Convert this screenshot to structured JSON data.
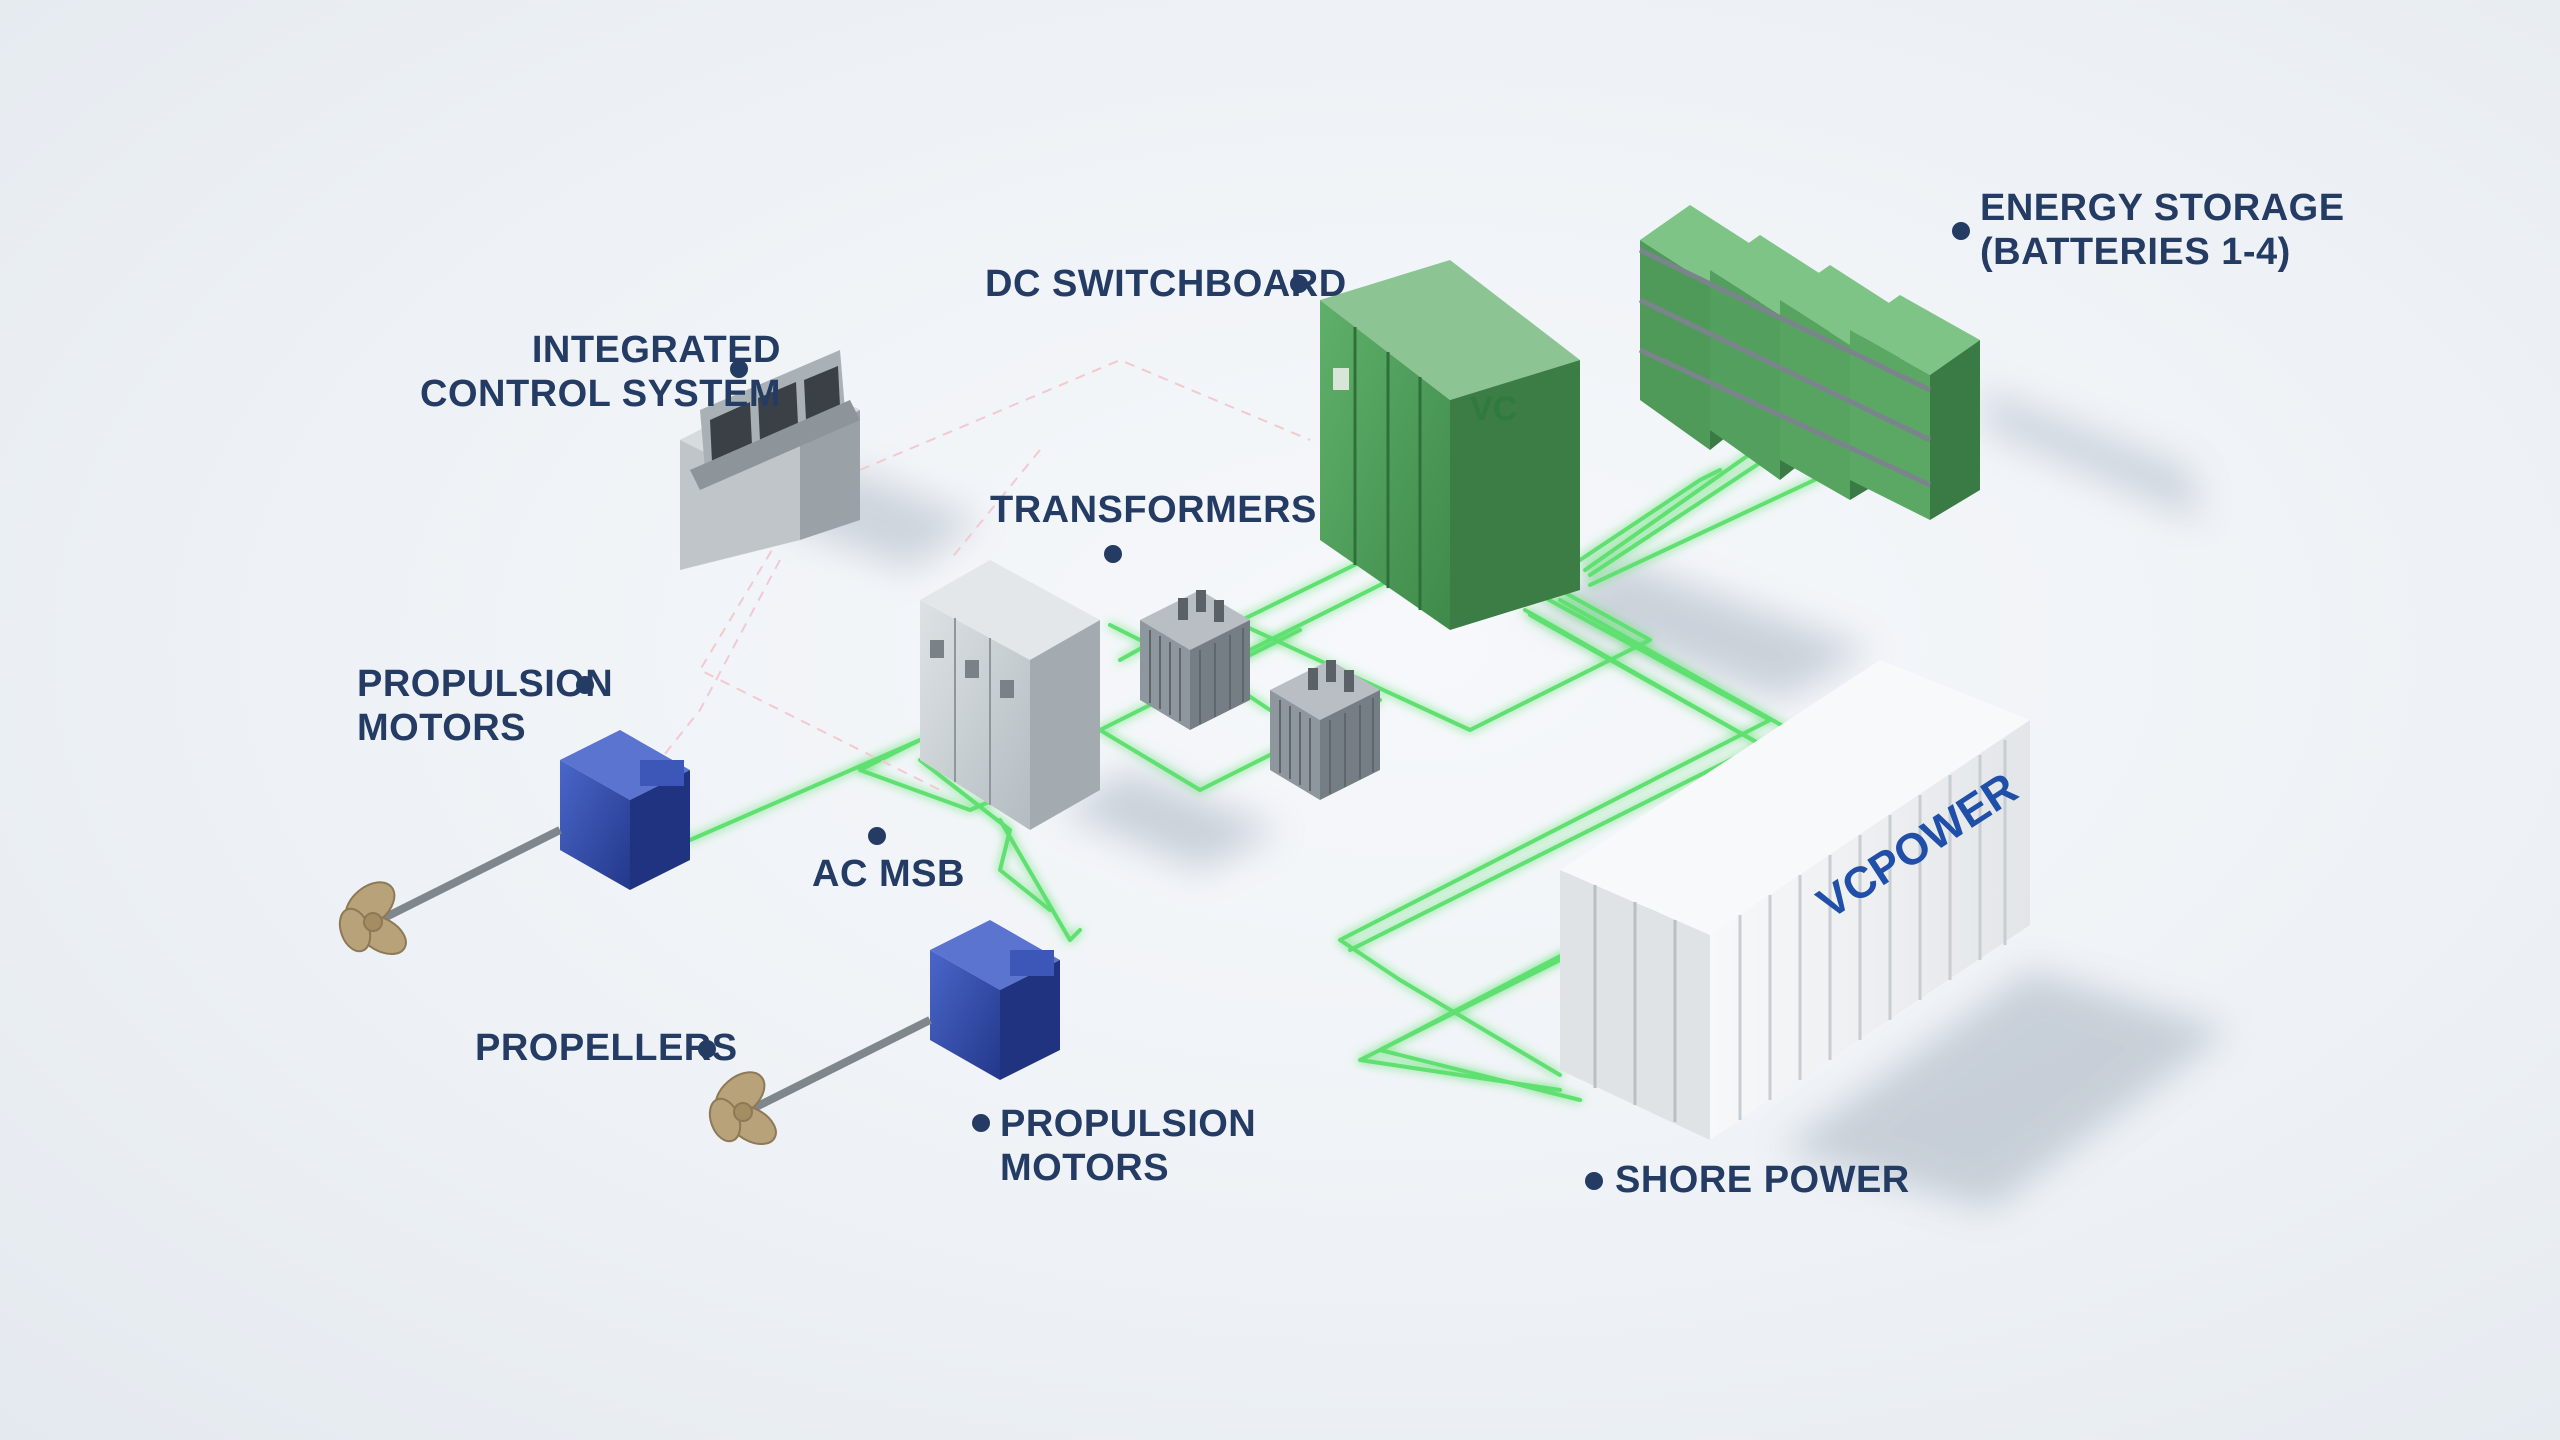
{
  "labels": {
    "integrated_control_system": [
      "INTEGRATED",
      "CONTROL SYSTEM"
    ],
    "dc_switchboard": "DC SWITCHBOARD",
    "energy_storage": [
      "ENERGY STORAGE",
      "(BATTERIES 1-4)"
    ],
    "transformers": "TRANSFORMERS",
    "propulsion_motors_left": [
      "PROPULSION",
      "MOTORS"
    ],
    "ac_msb": "AC MSB",
    "propellers": "PROPELLERS",
    "propulsion_motors_bottom": [
      "PROPULSION",
      "MOTORS"
    ],
    "shore_power": "SHORE POWER"
  },
  "container_brand": "VCPOWER",
  "colors": {
    "label_text": "#243b63",
    "power_line": "#5ee070",
    "switchboard": "#4c9a57",
    "battery": "#57a860",
    "motor": "#2f4aa8",
    "propeller": "#b7a27a",
    "cabinet": "#c5cbcf",
    "container": "#eef0f2",
    "brand_blue": "#1f4fa8",
    "brand_green": "#2f9a3f"
  },
  "icons": {
    "control_console": "control-console-icon",
    "dc_switchboard": "switchboard-cabinet-icon",
    "battery_rack": "battery-rack-icon",
    "transformer": "transformer-icon",
    "ac_msb": "ac-msb-cabinet-icon",
    "motor": "electric-motor-icon",
    "propeller": "propeller-icon",
    "container": "shipping-container-icon"
  }
}
